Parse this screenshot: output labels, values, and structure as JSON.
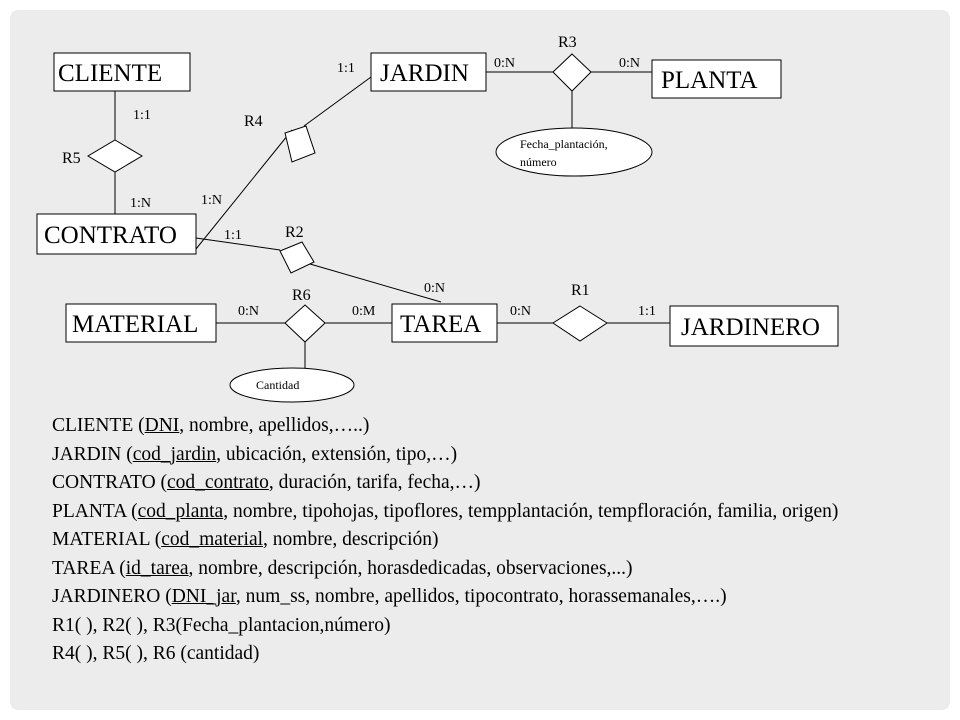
{
  "entities": {
    "cliente": "CLIENTE",
    "jardin": "JARDIN",
    "planta": "PLANTA",
    "contrato": "CONTRATO",
    "material": "MATERIAL",
    "tarea": "TAREA",
    "jardinero": "JARDINERO"
  },
  "relationships": {
    "r1": "R1",
    "r2": "R2",
    "r3": "R3",
    "r4": "R4",
    "r5": "R5",
    "r6": "R6"
  },
  "cardinalities": {
    "r5_cliente": "1:1",
    "r5_contrato": "1:N",
    "r4_jardin": "1:1",
    "r4_contrato": "1:N",
    "r3_jardin": "0:N",
    "r3_planta": "0:N",
    "r2_contrato": "1:1",
    "r2_tarea": "0:N",
    "r6_material": "0:N",
    "r6_tarea": "0:M",
    "r1_tarea": "0:N",
    "r1_jardinero": "1:1"
  },
  "attributes": {
    "r3_line1": "Fecha_plantación,",
    "r3_line2": "número",
    "r6": "Cantidad"
  },
  "schema": [
    {
      "name": "CLIENTE (",
      "key": "DNI",
      "rest": ", nombre, apellidos,…..)"
    },
    {
      "name": "JARDIN (",
      "key": "cod_jardin",
      "rest": ", ubicación, extensión, tipo,…)"
    },
    {
      "name": "CONTRATO (",
      "key": "cod_contrato",
      "rest": ", duración, tarifa, fecha,…)"
    },
    {
      "name": "PLANTA (",
      "key": "cod_planta",
      "rest": ", nombre, tipohojas, tipoflores, tempplantación, tempfloración, familia, origen)"
    },
    {
      "name": "MATERIAL (",
      "key": "cod_material",
      "rest": ", nombre, descripción)"
    },
    {
      "name": "TAREA (",
      "key": "id_tarea",
      "rest": ", nombre, descripción, horasdedicadas, observaciones,...)"
    },
    {
      "name": "JARDINERO (",
      "key": "DNI_jar",
      "rest": ", num_ss, nombre, apellidos, tipocontrato, horassemanales,….)"
    }
  ],
  "relations_text": [
    "R1( ), R2( ), R3(Fecha_plantacion,número)",
    "R4( ), R5( ), R6 (cantidad)"
  ]
}
